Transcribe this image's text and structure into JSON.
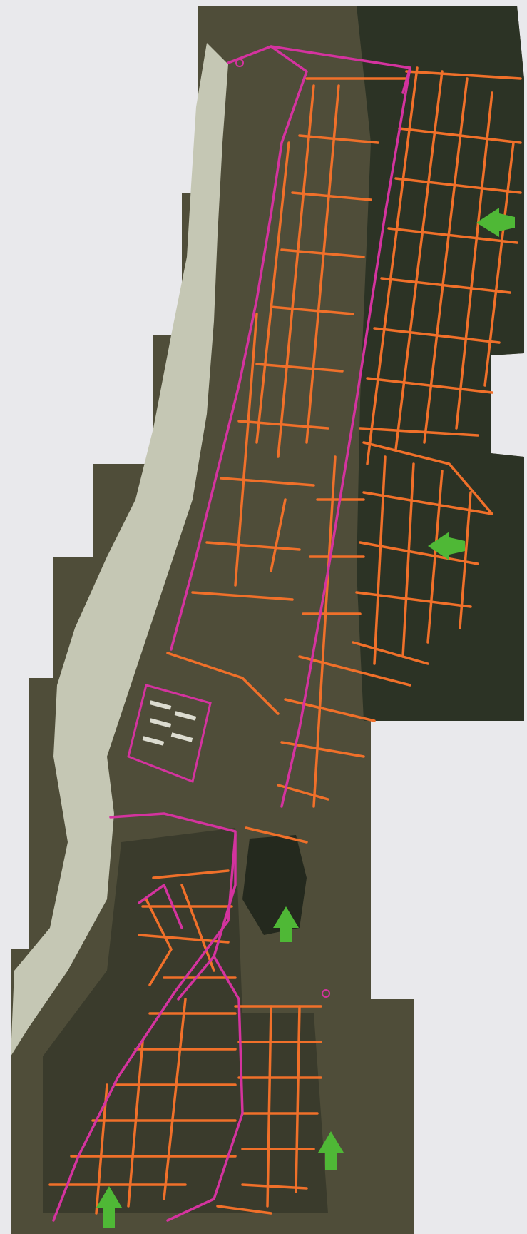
{
  "map": {
    "colors": {
      "page_background": "#e9e9ec",
      "imagery_dark": "#2f3326",
      "imagery_mid": "#4d4c38",
      "imagery_light": "#8b8b74",
      "riverbed": "#c7c9b8",
      "main_network": "#d4339f",
      "distribution_network": "#f0702a",
      "label_text": "#e8d84a",
      "arrow": "#4fb836"
    },
    "legend_items": [],
    "arrows": [
      {
        "direction": "left"
      },
      {
        "direction": "left"
      },
      {
        "direction": "up"
      },
      {
        "direction": "up"
      },
      {
        "direction": "up"
      }
    ]
  }
}
